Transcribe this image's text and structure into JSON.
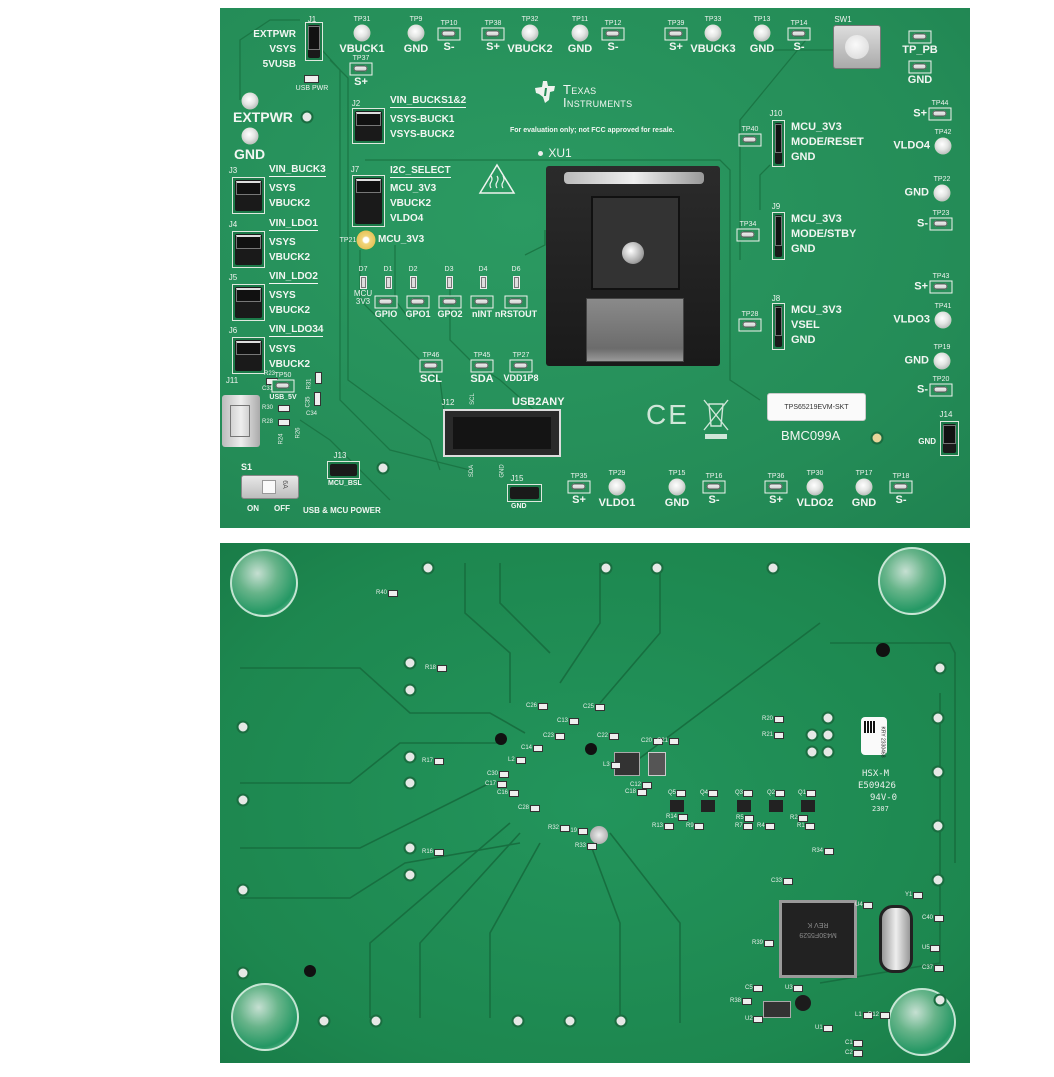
{
  "top_board": {
    "brand": {
      "line1": "Texas",
      "line2": "Instruments",
      "notice": "For evaluation only; not FCC approved for resale."
    },
    "power_inputs": [
      {
        "label": "EXTPWR"
      },
      {
        "label": "GND"
      }
    ],
    "test_points": [
      {
        "ref": "TP31",
        "label": "VBUCK1",
        "kind": "ring"
      },
      {
        "ref": "TP9",
        "label": "GND",
        "kind": "ring"
      },
      {
        "ref": "TP10",
        "label": "S-",
        "kind": "loop"
      },
      {
        "ref": "TP38",
        "label": "S+",
        "kind": "loop"
      },
      {
        "ref": "TP32",
        "label": "VBUCK2",
        "kind": "ring"
      },
      {
        "ref": "TP11",
        "label": "GND",
        "kind": "ring"
      },
      {
        "ref": "TP12",
        "label": "S-",
        "kind": "loop"
      },
      {
        "ref": "TP39",
        "label": "S+",
        "kind": "loop"
      },
      {
        "ref": "TP33",
        "label": "VBUCK3",
        "kind": "ring"
      },
      {
        "ref": "TP13",
        "label": "GND",
        "kind": "ring"
      },
      {
        "ref": "TP14",
        "label": "S-",
        "kind": "loop"
      },
      {
        "ref": "TP37",
        "label": "S+",
        "kind": "loop"
      },
      {
        "ref": "",
        "label": "TP_PB",
        "kind": "loop"
      },
      {
        "ref": "",
        "label": "GND",
        "kind": "loop"
      },
      {
        "ref": "TP44",
        "label": "S+",
        "kind": "loop"
      },
      {
        "ref": "TP42",
        "label": "VLDO4",
        "kind": "ring"
      },
      {
        "ref": "TP22",
        "label": "GND",
        "kind": "ring"
      },
      {
        "ref": "TP23",
        "label": "S-",
        "kind": "loop"
      },
      {
        "ref": "TP43",
        "label": "S+",
        "kind": "loop"
      },
      {
        "ref": "TP41",
        "label": "VLDO3",
        "kind": "ring"
      },
      {
        "ref": "TP19",
        "label": "GND",
        "kind": "ring"
      },
      {
        "ref": "TP20",
        "label": "S-",
        "kind": "loop"
      },
      {
        "ref": "TP40",
        "label": "",
        "kind": "loop"
      },
      {
        "ref": "TP34",
        "label": "",
        "kind": "loop"
      },
      {
        "ref": "TP28",
        "label": "",
        "kind": "loop"
      },
      {
        "ref": "TP21",
        "label": "MCU_3V3",
        "kind": "ring-yellow"
      },
      {
        "ref": "TP46",
        "label": "SCL",
        "kind": "loop"
      },
      {
        "ref": "TP45",
        "label": "SDA",
        "kind": "loop"
      },
      {
        "ref": "TP27",
        "label": "VDD1P8",
        "kind": "loop"
      },
      {
        "ref": "TP50",
        "label": "USB_5V",
        "kind": "loop"
      },
      {
        "ref": "TP35",
        "label": "S+",
        "kind": "loop"
      },
      {
        "ref": "TP29",
        "label": "VLDO1",
        "kind": "ring"
      },
      {
        "ref": "TP15",
        "label": "GND",
        "kind": "ring"
      },
      {
        "ref": "TP16",
        "label": "S-",
        "kind": "loop"
      },
      {
        "ref": "TP36",
        "label": "S+",
        "kind": "loop"
      },
      {
        "ref": "TP30",
        "label": "VLDO2",
        "kind": "ring"
      },
      {
        "ref": "TP17",
        "label": "GND",
        "kind": "ring"
      },
      {
        "ref": "TP18",
        "label": "S-",
        "kind": "loop"
      },
      {
        "ref": "",
        "label": "GPIO",
        "kind": "loop"
      },
      {
        "ref": "",
        "label": "GPO1",
        "kind": "loop"
      },
      {
        "ref": "",
        "label": "GPO2",
        "kind": "loop"
      },
      {
        "ref": "",
        "label": "nINT",
        "kind": "loop"
      },
      {
        "ref": "",
        "label": "nRSTOUT",
        "kind": "loop"
      }
    ],
    "jumpers": [
      {
        "ref": "J1",
        "title": "",
        "pins": [
          "EXTPWR",
          "VSYS",
          "5VUSB"
        ]
      },
      {
        "ref": "J2",
        "title": "VIN_BUCKS1&2",
        "pins": [
          "VSYS-BUCK1",
          "VSYS-BUCK2"
        ]
      },
      {
        "ref": "J3",
        "title": "VIN_BUCK3",
        "pins": [
          "VSYS",
          "VBUCK2"
        ]
      },
      {
        "ref": "J4",
        "title": "VIN_LDO1",
        "pins": [
          "VSYS",
          "VBUCK2"
        ]
      },
      {
        "ref": "J5",
        "title": "VIN_LDO2",
        "pins": [
          "VSYS",
          "VBUCK2"
        ]
      },
      {
        "ref": "J6",
        "title": "VIN_LDO34",
        "pins": [
          "VSYS",
          "VBUCK2"
        ]
      },
      {
        "ref": "J7",
        "title": "I2C_SELECT",
        "pins": [
          "MCU_3V3",
          "VBUCK2",
          "VLDO4"
        ]
      },
      {
        "ref": "J10",
        "title": "",
        "pins": [
          "MCU_3V3",
          "MODE/RESET",
          "GND"
        ]
      },
      {
        "ref": "J9",
        "title": "",
        "pins": [
          "MCU_3V3",
          "MODE/STBY",
          "GND"
        ]
      },
      {
        "ref": "J8",
        "title": "",
        "pins": [
          "MCU_3V3",
          "VSEL",
          "GND"
        ]
      },
      {
        "ref": "J13",
        "title": "",
        "pins": [
          "MCU_BSL"
        ]
      },
      {
        "ref": "J15",
        "title": "",
        "pins": [
          "GND"
        ]
      },
      {
        "ref": "J14",
        "title": "",
        "pins": [
          "GND"
        ]
      }
    ],
    "leds": [
      {
        "ref": "D7",
        "label": "MCU 3V3"
      },
      {
        "ref": "D1",
        "label": ""
      },
      {
        "ref": "D2",
        "label": ""
      },
      {
        "ref": "D3",
        "label": ""
      },
      {
        "ref": "D4",
        "label": ""
      },
      {
        "ref": "D6",
        "label": ""
      }
    ],
    "usb_pwr_led": "USB PWR",
    "socket_ref": "XU1",
    "switch_sw1": "SW1",
    "usb_connector_ref": "J11",
    "small_parts": [
      "R23",
      "C31",
      "R30",
      "R28",
      "R24",
      "R26",
      "R31",
      "C35",
      "C34"
    ],
    "power_switch": {
      "ref": "S1",
      "marking": "6A",
      "on": "ON",
      "off": "OFF",
      "caption": "USB & MCU POWER"
    },
    "usb2any": {
      "ref": "J12",
      "title": "USB2ANY",
      "pin_scl": "SCL",
      "pin_sda": "SDA",
      "pin_gnd": "GND"
    },
    "product_label": "TPS65219EVM-SKT",
    "board_id": "BMC099A",
    "ce_mark": "CE"
  },
  "bottom_board": {
    "refs": [
      "R18",
      "R17",
      "R16",
      "R40",
      "C26",
      "C25",
      "C23",
      "C22",
      "C13",
      "C14",
      "L2",
      "L3",
      "C30",
      "C17",
      "C16",
      "C28",
      "C19",
      "C18",
      "C12",
      "C20",
      "C21",
      "R32",
      "R33",
      "Q5",
      "Q4",
      "Q3",
      "Q2",
      "Q1",
      "R13",
      "R14",
      "R9",
      "R7",
      "R5",
      "R4",
      "R2",
      "R1",
      "R20",
      "R21",
      "R34",
      "C33",
      "U4",
      "Y1",
      "R39",
      "R38",
      "C5",
      "U3",
      "U2",
      "U1",
      "L1",
      "R12",
      "C1",
      "C2",
      "C40",
      "C37",
      "U5"
    ],
    "serial_label": "KRY 2330468",
    "marking": [
      "HSX-M",
      "E509426",
      "94V-0",
      "2307"
    ],
    "mcu_marking": [
      "M430F5529",
      "REV K"
    ]
  }
}
